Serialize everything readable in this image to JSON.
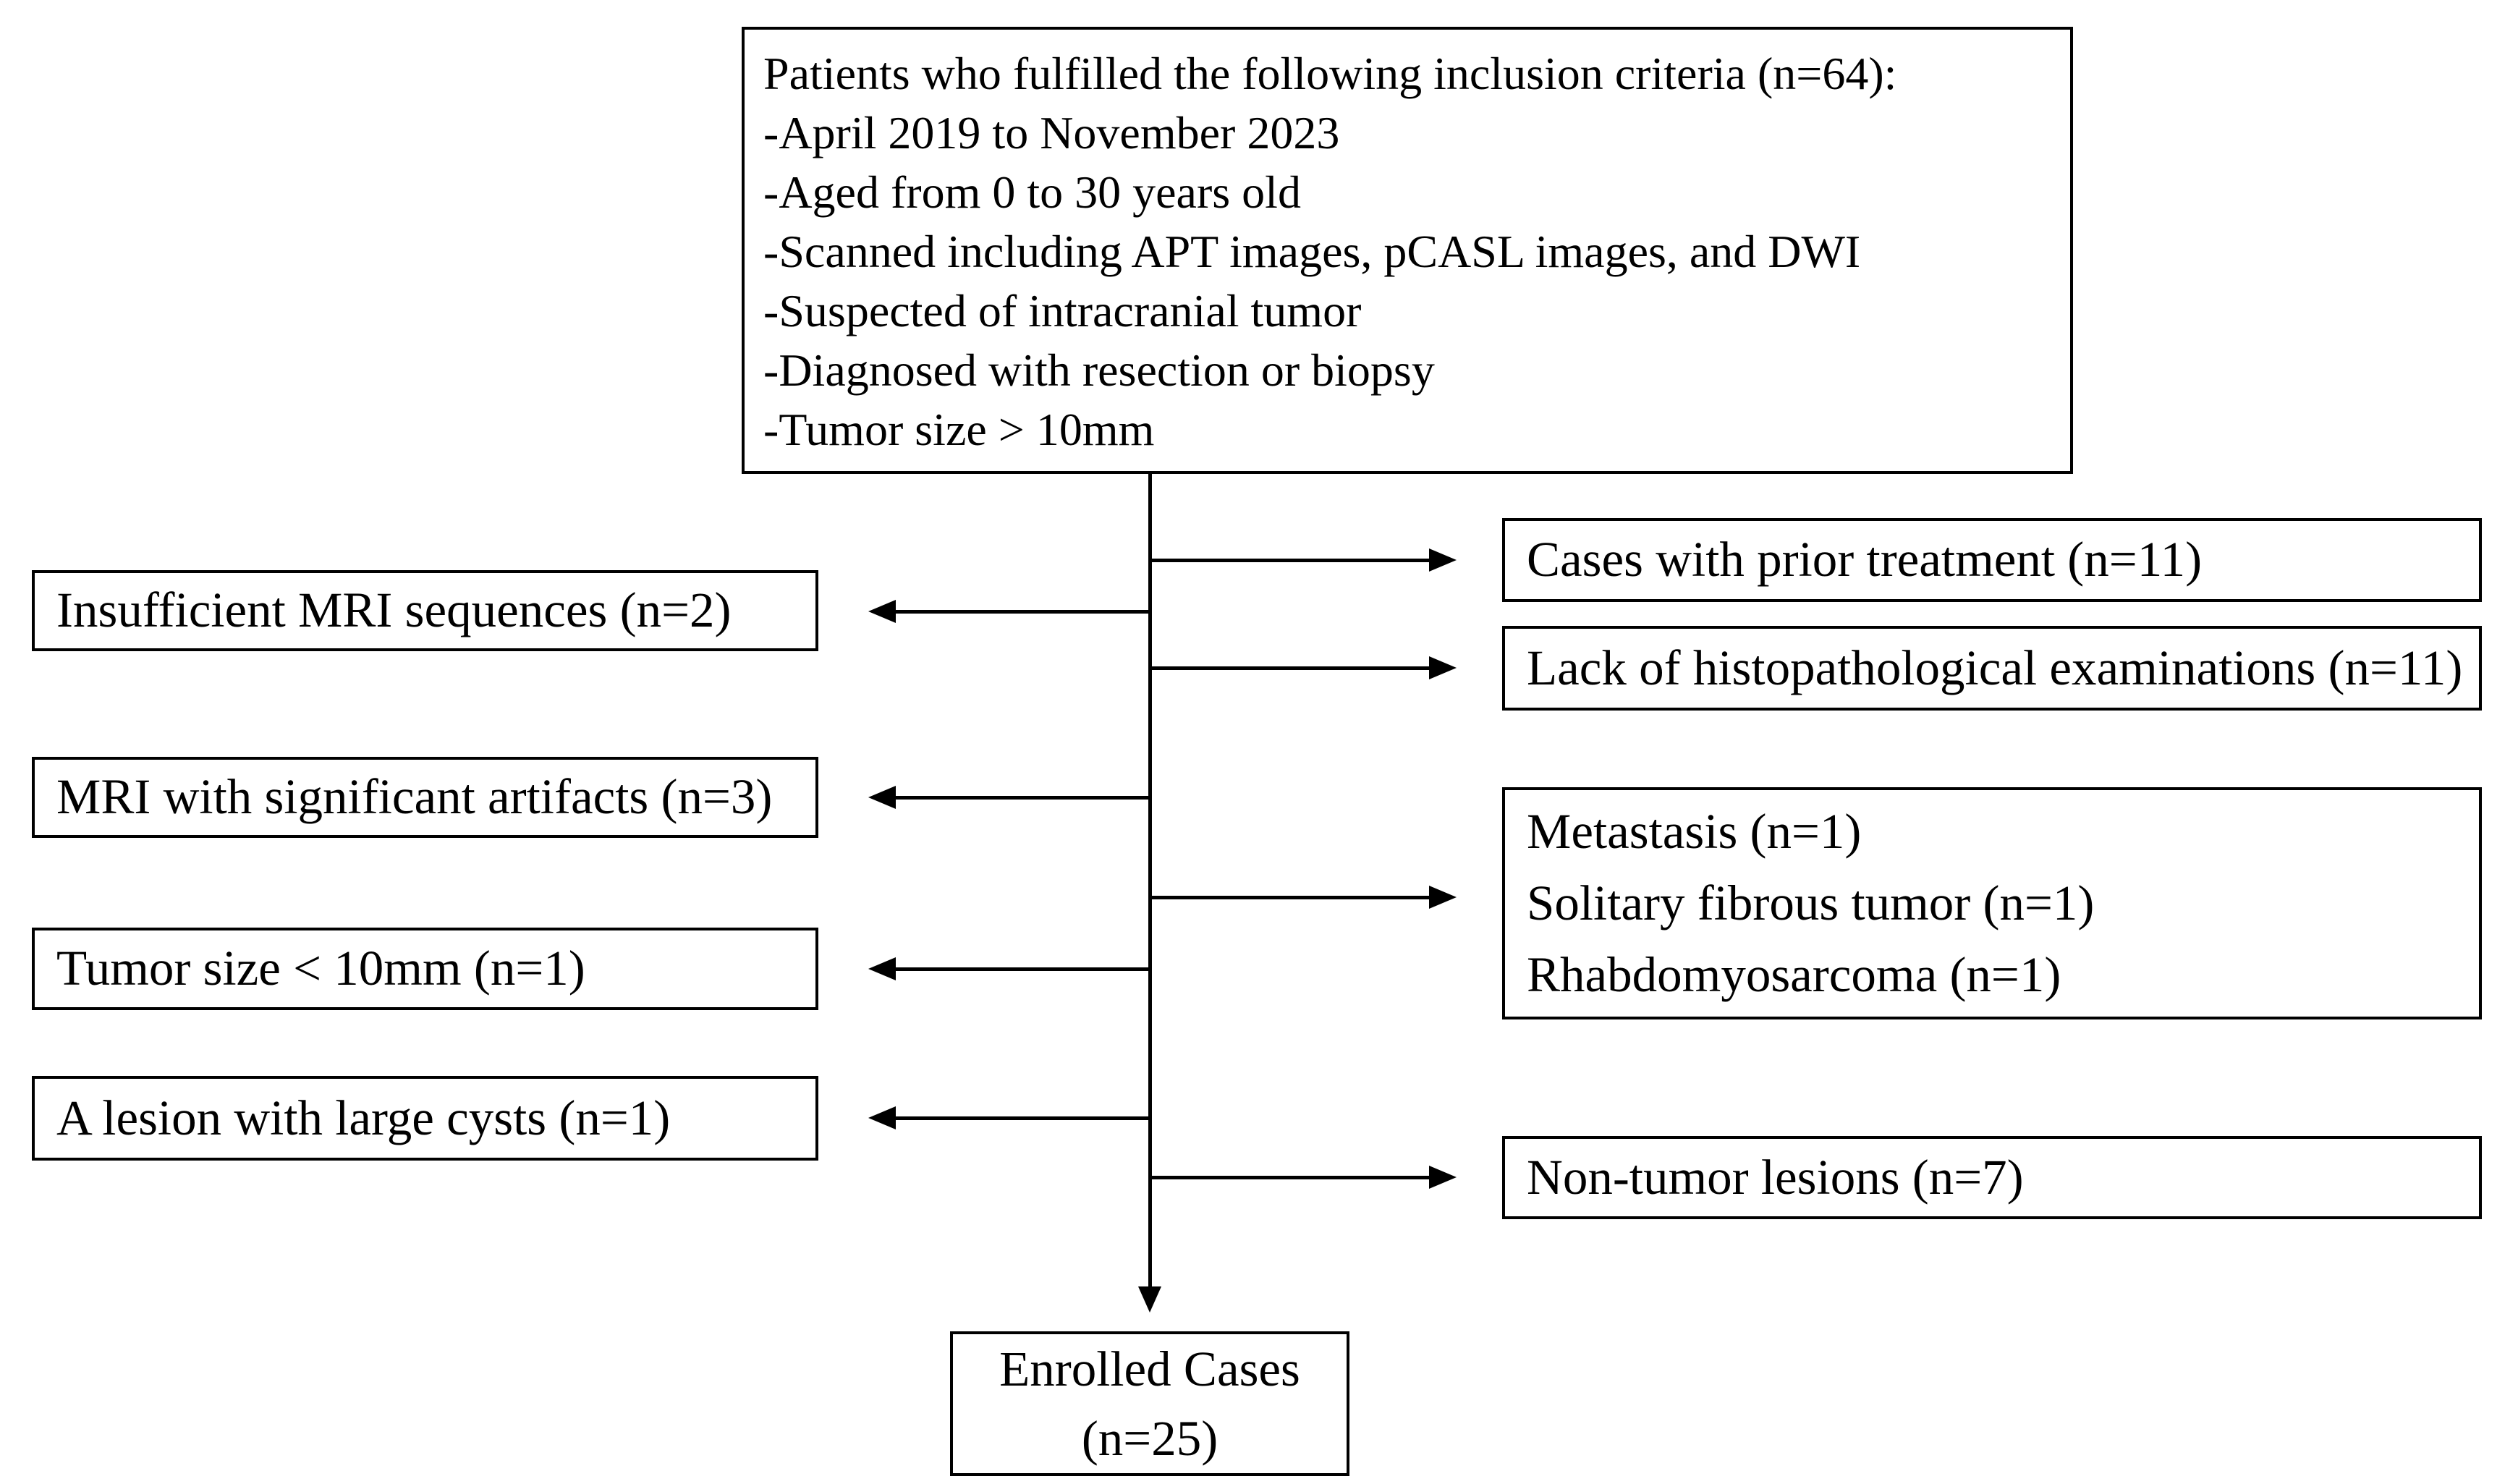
{
  "figure": {
    "background": "#ffffff",
    "line_color": "#000000",
    "inclusion": {
      "title": "Patients who fulfilled the following inclusion criteria (n=64):",
      "criteria": [
        "-April 2019 to November 2023",
        "-Aged from 0 to 30 years old",
        "-Scanned including APT images, pCASL images, and DWI",
        "-Suspected of intracranial tumor",
        "-Diagnosed with resection or biopsy",
        "-Tumor size > 10mm"
      ]
    },
    "left_exclusions": [
      {
        "label": "Insufficient MRI sequences (n=2)"
      },
      {
        "label": "MRI with significant artifacts (n=3)"
      },
      {
        "label": "Tumor size < 10mm (n=1)"
      },
      {
        "label": "A lesion with large cysts (n=1)"
      }
    ],
    "right_exclusions": [
      {
        "lines": [
          "Cases with prior treatment (n=11)"
        ]
      },
      {
        "lines": [
          "Lack of histopathological examinations (n=11)"
        ]
      },
      {
        "lines": [
          "Metastasis (n=1)",
          "Solitary fibrous tumor (n=1)",
          "Rhabdomyosarcoma (n=1)"
        ]
      },
      {
        "lines": [
          "Non-tumor lesions (n=7)"
        ]
      }
    ],
    "enrolled": {
      "line1": "Enrolled Cases",
      "line2": "(n=25)"
    }
  }
}
